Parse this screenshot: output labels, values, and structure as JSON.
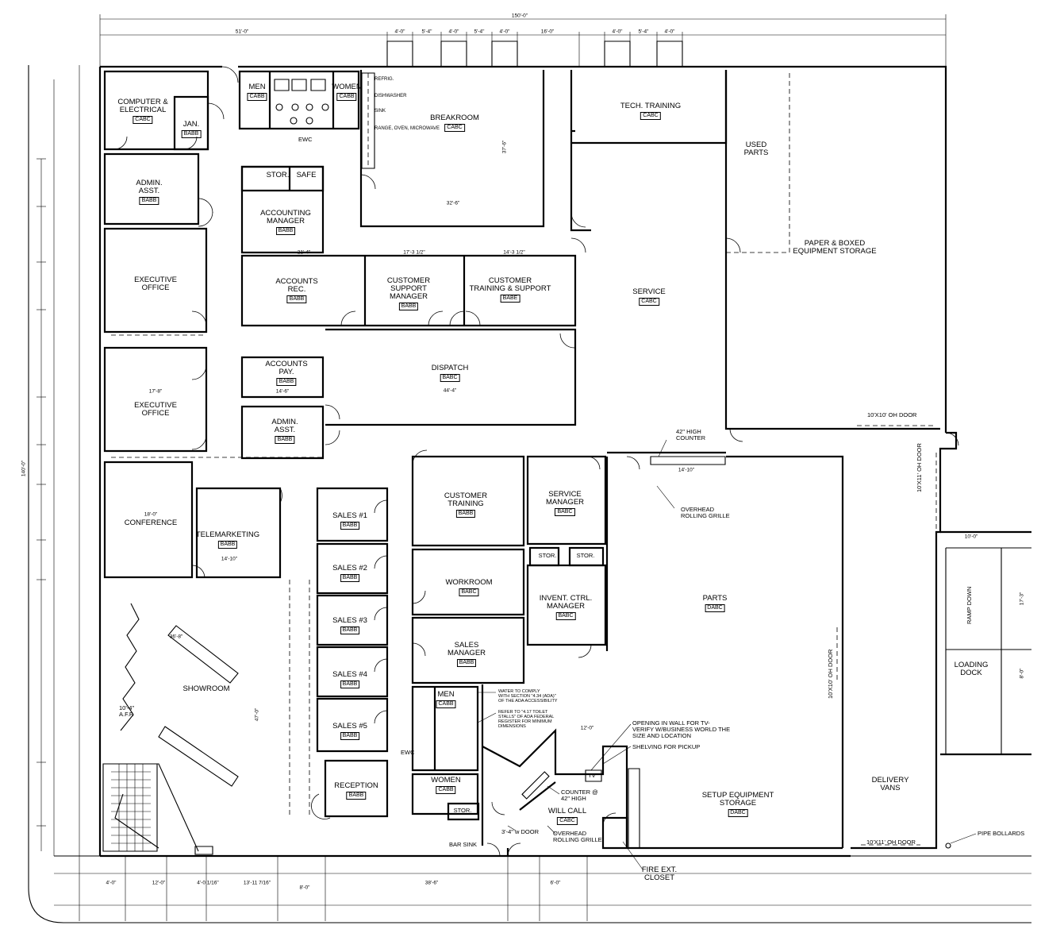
{
  "plan": {
    "rooms": {
      "computer": {
        "name": "COMPUTER &\nELECTRICAL",
        "code": "CABC"
      },
      "jan": {
        "name": "JAN.",
        "code": "BABB"
      },
      "men1": {
        "name": "MEN",
        "code": "CABB"
      },
      "women1": {
        "name": "WOMEN",
        "code": "CABB"
      },
      "breakroom": {
        "name": "BREAKROOM",
        "code": "CABC"
      },
      "techtraining": {
        "name": "TECH. TRAINING",
        "code": "CABC"
      },
      "usedparts": {
        "name": "USED\nPARTS",
        "code": ""
      },
      "paperstorage": {
        "name": "PAPER & BOXED\nEQUIPMENT STORAGE",
        "code": ""
      },
      "adminasst1": {
        "name": "ADMIN.\nASST.",
        "code": "BABB"
      },
      "stor1": {
        "name": "STOR.",
        "code": ""
      },
      "safe": {
        "name": "SAFE",
        "code": ""
      },
      "acctmgr": {
        "name": "ACCOUNTING\nMANAGER",
        "code": "BABB"
      },
      "exec1": {
        "name": "EXECUTIVE\nOFFICE",
        "code": ""
      },
      "acctrec": {
        "name": "ACCOUNTS\nREC.",
        "code": "BABB"
      },
      "custsupport": {
        "name": "CUSTOMER\nSUPPORT\nMANAGER",
        "code": "BABB"
      },
      "custtrainsup": {
        "name": "CUSTOMER\nTRAINING & SUPPORT",
        "code": "BABE"
      },
      "service": {
        "name": "SERVICE",
        "code": "CABC"
      },
      "acctpay": {
        "name": "ACCOUNTS\nPAY.",
        "code": "BABB"
      },
      "dispatch": {
        "name": "DISPATCH",
        "code": "BABC"
      },
      "exec2": {
        "name": "EXECUTIVE\nOFFICE",
        "code": ""
      },
      "adminasst2": {
        "name": "ADMIN.\nASST.",
        "code": "BABB"
      },
      "conference": {
        "name": "CONFERENCE",
        "code": ""
      },
      "telemarketing": {
        "name": "TELEMARKETING",
        "code": "BABB"
      },
      "sales1": {
        "name": "SALES #1",
        "code": "BABB"
      },
      "sales2": {
        "name": "SALES #2",
        "code": "BABB"
      },
      "sales3": {
        "name": "SALES #3",
        "code": "BABB"
      },
      "sales4": {
        "name": "SALES #4",
        "code": "BABB"
      },
      "sales5": {
        "name": "SALES #5",
        "code": "BABB"
      },
      "reception": {
        "name": "RECEPTION",
        "code": "BABB"
      },
      "custtraining": {
        "name": "CUSTOMER\nTRAINING",
        "code": "BABB"
      },
      "workroom": {
        "name": "WORKROOM",
        "code": "BABC"
      },
      "salesmgr": {
        "name": "SALES\nMANAGER",
        "code": "BABB"
      },
      "servicemgr": {
        "name": "SERVICE\nMANAGER",
        "code": "BABC"
      },
      "stor2": {
        "name": "STOR.",
        "code": ""
      },
      "stor3": {
        "name": "STOR.",
        "code": ""
      },
      "inventctrl": {
        "name": "INVENT. CTRL.\nMANAGER",
        "code": "BABC"
      },
      "parts": {
        "name": "PARTS",
        "code": "DABC"
      },
      "showroom": {
        "name": "SHOWROOM",
        "code": ""
      },
      "men2": {
        "name": "MEN",
        "code": "CABB"
      },
      "women2": {
        "name": "WOMEN",
        "code": "CABB"
      },
      "stor4": {
        "name": "STOR.",
        "code": ""
      },
      "willcall": {
        "name": "WILL CALL",
        "code": "CABC"
      },
      "setup": {
        "name": "SETUP EQUIPMENT\nSTORAGE",
        "code": "DABC"
      },
      "delivery": {
        "name": "DELIVERY\nVANS",
        "code": ""
      },
      "loading": {
        "name": "LOADING\nDOCK",
        "code": ""
      },
      "fireext": {
        "name": "FIRE EXT.\nCLOSET",
        "code": ""
      }
    },
    "notes": {
      "ohdoor_top": "10'X10' OH DOOR",
      "ohdoor_right": "10'X11' OH DOOR",
      "ohdoor_parts": "10'X10' OH DOOR",
      "ohdoor_bottom": "10'X11' OH DOOR",
      "counter42": "42\" HIGH\nCOUNTER",
      "grille1": "OVERHEAD\nROLLING GRILLE",
      "grille2": "OVERHEAD\nROLLING GRILLE",
      "opening": "OPENING IN WALL FOR TV-\nVERIFY W/BUSINESS WORLD THE\nSIZE AND LOCATION",
      "shelving": "SHELVING FOR PICKUP",
      "counter_willcall": "COUNTER @\n42\" HIGH",
      "door34": "3'-4\" w DOOR",
      "barsink": "BAR SINK",
      "ewc1": "EWC",
      "ewc2": "EWC",
      "aff": "10'-4\"\nA.F.F.",
      "rampdown": "RAMP DOWN",
      "pipebollards": "PIPE BOLLARDS",
      "refrig": "REFRIG.",
      "dishwasher": "DISHWASHER",
      "sink": "SINK",
      "range": "RANGE, OVEN, MICROWAVE",
      "ada1": "WATER TO COMPLY\nWITH SECTION \"4.34 (ADA)\"\nOF THE ADA ACCESSIBILITY",
      "ada2": "REFER TO \"4.17 TOILET\nSTALLS\" OF ADA FEDERAL\nREGISTER FOR MINIMUM\nDIMENSIONS",
      "tv": "TV"
    },
    "dims": {
      "overall_w": "150'-0\"",
      "overall_h": "140'-0\"",
      "top_51": "51'-0\"",
      "top_16": "16'-0\"",
      "top_4a": "4'-0\"",
      "top_54a": "5'-4\"",
      "top_4b": "4'-0\"",
      "top_54b": "5'-4\"",
      "top_4c": "4'-0\"",
      "top_4d": "4'-0\"",
      "top_54c": "5'-4\"",
      "top_4e": "4'-0\"",
      "d_32": "32'-6\"",
      "d_37": "37'-6\"",
      "d_21": "21'-4\"",
      "d_17": "17'-3 1/2\"",
      "d_14a": "14'-3 1/2\"",
      "d_44": "44'-4\"",
      "d_17b": "17'-8\"",
      "d_14b": "14'-6\"",
      "d_36": "36'-8\"",
      "d_47": "47'-0\"",
      "d_18": "18'-0\"",
      "d_14c": "14'-10\"",
      "d_12": "12'-0\"",
      "d_14d": "14'-10\"",
      "d_10r": "10'-0\"",
      "d_17r": "17'-3\"",
      "d_8r": "8'-0\"",
      "b_4": "4'-0\"",
      "b_12": "12'-0\"",
      "b_4b": "4'-0 1/16\"",
      "b_13": "13'-11 7/16\"",
      "b_8": "8'-0\"",
      "b_38": "38'-6\"",
      "b_6": "6'-0\""
    }
  }
}
